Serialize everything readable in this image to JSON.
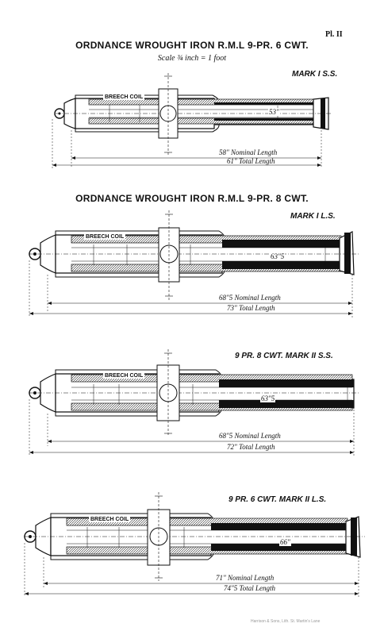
{
  "plate_number": "Pl. II",
  "imprint": "Harrison & Sons, Lith. St. Martin's Lane",
  "diagrams": [
    {
      "title": "ORDNANCE WROUGHT IRON R.M.L 9-PR. 6 CWT.",
      "scale": "Scale ¾ inch = 1 foot",
      "mark": "MARK I S.S.",
      "coil_label": "BREECH COIL",
      "bore_label": "53\"",
      "nominal_length": "58\" Nominal Length",
      "total_length": "61\" Total Length"
    },
    {
      "title": "ORDNANCE WROUGHT IRON R.M.L 9-PR. 8 CWT.",
      "mark": "MARK I L.S.",
      "coil_label": "BREECH COIL",
      "bore_label": "63\"5",
      "nominal_length": "68\"5 Nominal Length",
      "total_length": "73\" Total Length"
    },
    {
      "mark": "9 PR. 8 CWT. MARK II S.S.",
      "coil_label": "BREECH COIL",
      "bore_label": "63\"5",
      "nominal_length": "68\"5 Nominal Length",
      "total_length": "72\" Total Length"
    },
    {
      "mark": "9 PR. 6 CWT. MARK II L.S.",
      "coil_label": "BREECH COIL",
      "bore_label": "66\"",
      "nominal_length": "71\" Nominal Length",
      "total_length": "74\"5 Total Length"
    }
  ]
}
